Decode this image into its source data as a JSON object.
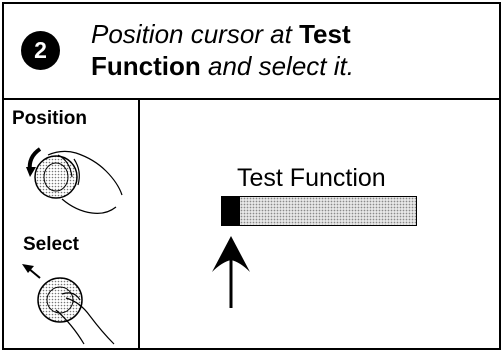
{
  "header": {
    "step_number": "2",
    "line1_italic": "Position cursor at ",
    "line1_bold": "Test",
    "line2_bold": "Function",
    "line2_italic": " and select it."
  },
  "controls": {
    "position_label": "Position",
    "select_label": "Select"
  },
  "display": {
    "function_name": "Test Function"
  },
  "icons": {
    "position_hand": "hand-turning-knob-icon",
    "select_hand": "hand-pressing-knob-icon",
    "cursor_arrow": "up-arrow-icon"
  }
}
